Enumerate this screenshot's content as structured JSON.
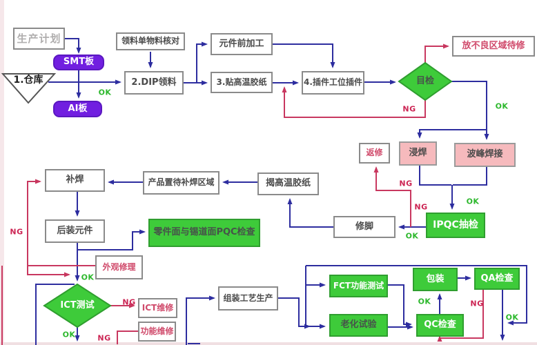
{
  "nodes": {
    "plan": {
      "label": "生产计划"
    },
    "smt_board": {
      "label": "SMT板"
    },
    "warehouse": {
      "label": "1.仓库"
    },
    "ai_board": {
      "label": "AI板"
    },
    "check_material": {
      "label": "领料单物料核对"
    },
    "dip_pick": {
      "label": "2.DIP领料"
    },
    "pre_process": {
      "label": "元件前加工"
    },
    "tape": {
      "label": "3.贴高温胶纸"
    },
    "insert": {
      "label": "4.插件工位插件"
    },
    "visual_check": {
      "label": "目检"
    },
    "bad_area": {
      "label": "放不良区域待修"
    },
    "rework": {
      "label": "返修"
    },
    "dip_solder": {
      "label": "浸焊"
    },
    "wave_solder": {
      "label": "波峰焊接"
    },
    "ipqc": {
      "label": "IPQC抽检"
    },
    "trim_leg": {
      "label": "修脚"
    },
    "remove_tape": {
      "label": "揭高温胶纸"
    },
    "wait_area": {
      "label": "产品置待补焊区域"
    },
    "touch_up": {
      "label": "补焊"
    },
    "post_mount": {
      "label": "后装元件"
    },
    "pqc": {
      "label": "零件面与锡道面PQC检查"
    },
    "cosmetic": {
      "label": "外观修理"
    },
    "ict_test": {
      "label": "ICT测试"
    },
    "ict_repair": {
      "label": "ICT维修"
    },
    "func_repair": {
      "label": "功能维修"
    },
    "assembly": {
      "label": "组装工艺生产"
    },
    "fct": {
      "label": "FCT功能测试"
    },
    "aging": {
      "label": "老化试验"
    },
    "pack": {
      "label": "包装"
    },
    "qa": {
      "label": "QA检查"
    },
    "qc": {
      "label": "QC检查"
    }
  },
  "flow_labels": [
    {
      "text": "OK",
      "kind": "ok"
    },
    {
      "text": "OK",
      "kind": "ok"
    },
    {
      "text": "NG",
      "kind": "ng"
    },
    {
      "text": "NG",
      "kind": "ng"
    },
    {
      "text": "NG",
      "kind": "ng"
    },
    {
      "text": "OK",
      "kind": "ok"
    },
    {
      "text": "OK",
      "kind": "ok"
    },
    {
      "text": "NG",
      "kind": "ng"
    },
    {
      "text": "OK",
      "kind": "ok"
    },
    {
      "text": "NG",
      "kind": "ng"
    },
    {
      "text": "OK",
      "kind": "ok"
    },
    {
      "text": "NG",
      "kind": "ng"
    },
    {
      "text": "OK",
      "kind": "ok"
    },
    {
      "text": "NG",
      "kind": "ng"
    },
    {
      "text": "OK",
      "kind": "ok"
    }
  ],
  "colors": {
    "flow_line_blue": "#2d2d9f",
    "flow_line_red": "#c8375f",
    "process_green": "#3ecb3a",
    "solder_pink": "#f6babd",
    "board_purple": "#711fe0",
    "ok_green": "#2db82d",
    "ng_red": "#cc2453"
  }
}
